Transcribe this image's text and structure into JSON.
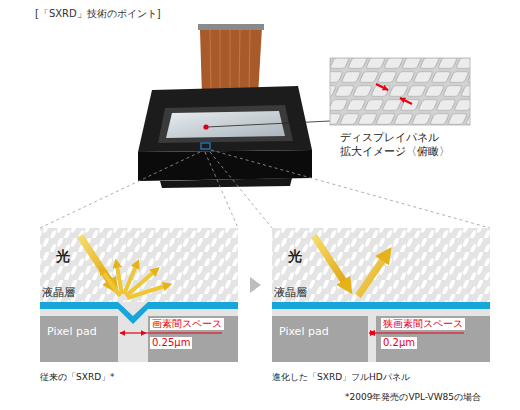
{
  "diagram": {
    "title": "[「SXRD」技術のポイント]",
    "nodes": [
      {
        "text": [
          "光",
          "液晶層"
        ]
      },
      {
        "text": [
          "Pixel pad"
        ],
        "in": 0
      },
      {
        "text": [
          "光",
          "液晶層"
        ]
      },
      {
        "text": [
          "Pixel pad"
        ],
        "in": 2
      }
    ],
    "labels": [
      "ディスプレイパネル 拡大イメージ〈俯瞰〉",
      "画素間スペース",
      "0.25μm",
      "狭画素間スペース",
      "0.2μm",
      "従来の「SXRD」*",
      "進化した「SXRD」フルHDパネル",
      "*2009年発売のVPL-VW85の場合"
    ]
  }
}
